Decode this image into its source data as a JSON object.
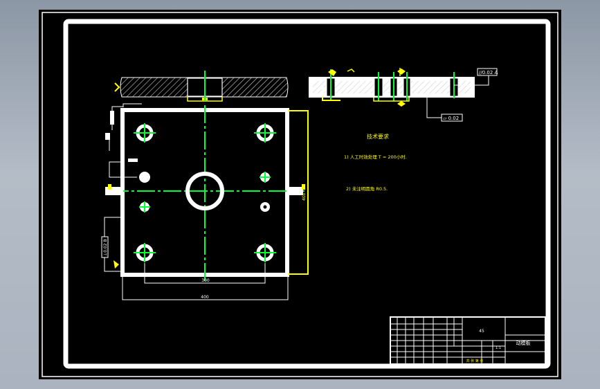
{
  "colors": {
    "background": "#000000",
    "frame": "#ffffff",
    "centerline": "#00ff33",
    "dimension": "#ffff00",
    "border_outer": "#ffffff"
  },
  "annotations": {
    "tech_title": "技术要求",
    "tech_line1": "1) 人工时效处理 T = 200小时.",
    "tech_line2": "2) 未注明圆角 R0.5."
  },
  "dimension_labels": {
    "parallelism": "//0.02 A",
    "flatness": "▱ 0.02",
    "side_tolerance": "⊥0.02 B",
    "width": "400",
    "inner_width": "300",
    "height_right": "400"
  },
  "title_block": {
    "drawing_name": "动模板",
    "material": "45",
    "scale": "1:1",
    "sheet": "共 张 第 张"
  }
}
